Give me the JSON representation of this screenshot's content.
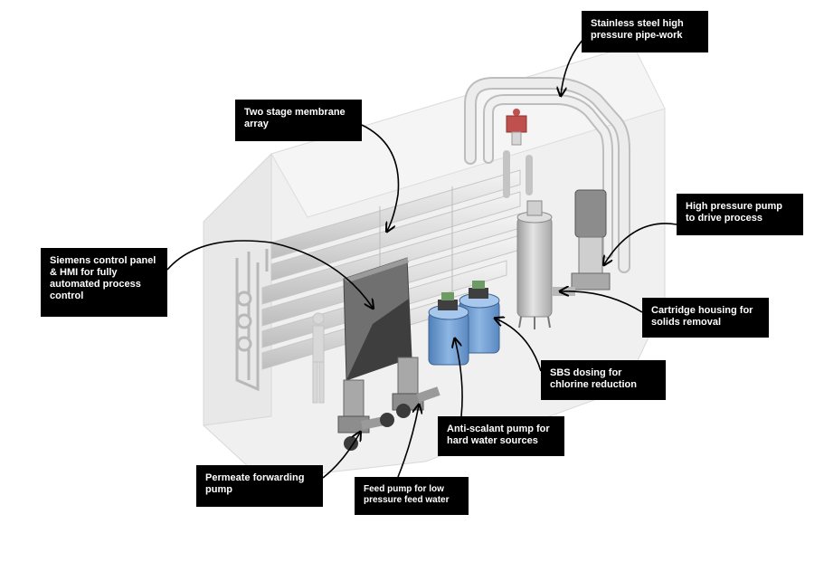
{
  "callouts": {
    "pipework": "Stainless steel high pressure pipe-work",
    "membrane": "Two stage membrane array",
    "hp_pump": "High pressure pump to drive process",
    "control_panel": "Siemens control panel & HMI for fully automated process control",
    "cartridge": "Cartridge housing for solids removal",
    "sbs": "SBS dosing for chlorine reduction",
    "antiscalant": "Anti-scalant pump for hard water sources",
    "permeate_pump": "Permeate forwarding pump",
    "feed_pump": "Feed pump for low pressure feed water"
  },
  "colors": {
    "label_bg": "#000000",
    "label_text": "#ffffff",
    "dosing_tank": "#7aa7d8",
    "valve": "#c0504d",
    "enclosure": "#eeeeee"
  }
}
